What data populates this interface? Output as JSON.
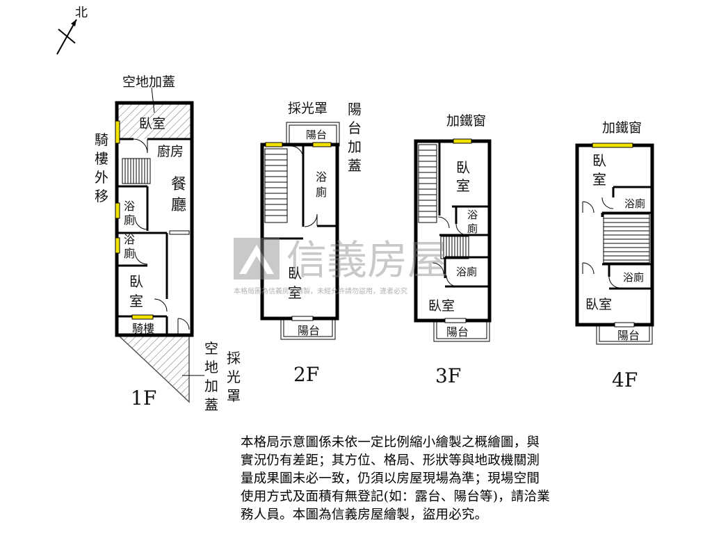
{
  "compass": {
    "label": "北"
  },
  "floor1": {
    "floor_label": "1F",
    "top_annex": "空地加蓋",
    "bedroom_top": "臥室",
    "kitchen": "廚房",
    "dining_1": "餐",
    "dining_2": "廳",
    "arcade_move_1": "騎",
    "arcade_move_2": "樓",
    "arcade_move_3": "外",
    "arcade_move_4": "移",
    "bath1_1": "浴",
    "bath1_2": "廁",
    "bath2_1": "浴",
    "bath2_2": "廁",
    "bedroom_1": "臥",
    "bedroom_2": "室",
    "arcade": "騎樓",
    "annex2_1": "空",
    "annex2_2": "地",
    "annex2_3": "加",
    "annex2_4": "蓋",
    "skylight_1": "採",
    "skylight_2": "光",
    "skylight_3": "罩"
  },
  "floor2": {
    "floor_label": "2F",
    "skylight": "採光罩",
    "balcony_top": "陽台",
    "balcony_annex_1": "陽",
    "balcony_annex_2": "台",
    "balcony_annex_3": "加",
    "balcony_annex_4": "蓋",
    "bath_1": "浴",
    "bath_2": "廁",
    "bedroom_1": "臥",
    "bedroom_2": "室",
    "balcony": "陽台"
  },
  "floor3": {
    "floor_label": "3F",
    "iron_window": "加鐵窗",
    "bedroom_top_1": "臥",
    "bedroom_top_2": "室",
    "bath1_1": "浴",
    "bath1_2": "廁",
    "bath2": "浴廁",
    "bedroom": "臥室",
    "balcony": "陽台"
  },
  "floor4": {
    "floor_label": "4F",
    "iron_window": "加鐵窗",
    "bedroom_top_1": "臥",
    "bedroom_top_2": "室",
    "bath1": "浴廁",
    "bath2": "浴廁",
    "bedroom": "臥室",
    "balcony": "陽台"
  },
  "watermark": {
    "brand": "信義房屋",
    "notice": "本格局圖為信義房屋繪製，未經允許請勿盜用，違者必究"
  },
  "disclaimer": [
    "本格局示意圖係未依一定比例縮小繪製之概繪圖，與",
    "實況仍有差距；其方位、格局、形狀等與地政機關測",
    "量成果圖未必一致，仍須以房屋現場為準；現場空間",
    "使用方式及面積有無登記(如：露台、陽台等)，請洽業",
    "務人員。本圖為信義房屋繪製，盜用必究。"
  ],
  "colors": {
    "wall": "#000000",
    "window": "#f2e200",
    "hatch": "#555555",
    "watermark": "#888888"
  }
}
